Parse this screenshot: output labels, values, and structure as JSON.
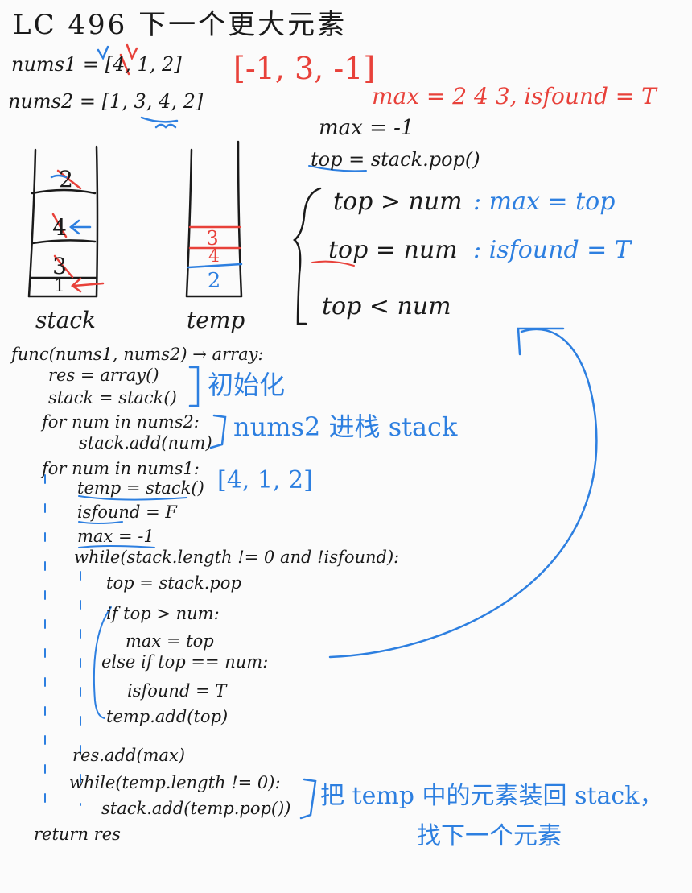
{
  "header": {
    "title": "LC 496 下一个更大元素",
    "nums1": "nums1 = [4, 1, 2]",
    "nums2": "nums2 = [1, 3, 4, 2]",
    "answer": "[-1, 3, -1]",
    "max_note": "max = 2 4 3, isfound = T"
  },
  "logic": {
    "max_init": "max = -1",
    "top_pop": "top = stack.pop()",
    "case_gt": "top > num",
    "case_gt_action": ": max = top",
    "case_eq": "top = num",
    "case_eq_action": ": isfound = T",
    "case_lt": "top < num"
  },
  "stacks": {
    "stack_label": "stack",
    "temp_label": "temp",
    "stack_items": [
      "2",
      "4",
      "3",
      "1"
    ],
    "temp_items": [
      "3",
      "4",
      "2"
    ]
  },
  "code": {
    "lines": [
      "func(nums1, nums2) → array:",
      "res = array()",
      "stack = stack()",
      "for num in nums2:",
      "stack.add(num)",
      "for num in nums1:",
      "temp = stack()",
      "isfound = F",
      "max = -1",
      "while(stack.length != 0 and !isfound):",
      "top = stack.pop",
      "if top > num:",
      "max = top",
      "else if top == num:",
      "isfound = T",
      "temp.add(top)",
      "res.add(max)",
      "while(temp.length != 0):",
      "stack.add(temp.pop())",
      "return res"
    ]
  },
  "annotations": {
    "init": "初始化",
    "push_nums2": "nums2 进栈 stack",
    "nums1_values": "[4, 1, 2]",
    "restore_1": "把 temp 中的元素装回 stack，",
    "restore_2": "找下一个元素"
  },
  "colors": {
    "ink": "#1a1a1a",
    "red": "#e8413a",
    "blue": "#2d7fe0",
    "paper": "#fbfbfb"
  }
}
